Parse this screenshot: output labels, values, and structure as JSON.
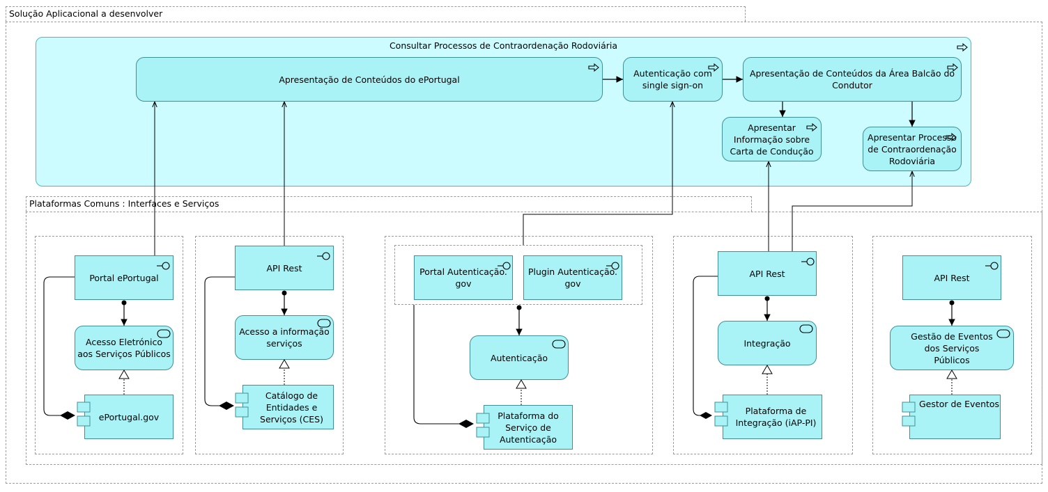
{
  "groups": {
    "solution": "Solução Aplicacional a desenvolver",
    "platforms": "Plataformas Comuns : Interfaces e Serviços",
    "consult": "Consultar Processos de Contraordenação Rodoviária"
  },
  "processes": {
    "eportugal": "Apresentação de Conteúdos do ePortugal",
    "sso_1": "Autenticação com",
    "sso_2": "single sign-on",
    "balcao_1": "Apresentação de Conteúdos da Área Balcão do",
    "balcao_2": "Condutor",
    "carta_1": "Apresentar",
    "carta_2": "Informação sobre",
    "carta_3": "Carta de Condução",
    "contra_1": "Apresentar Processo",
    "contra_2": "de Contraordenação",
    "contra_3": "Rodoviária"
  },
  "col1": {
    "interface": "Portal ePortugal",
    "service_1": "Acesso Eletrónico",
    "service_2": "aos Serviços Públicos",
    "component": "ePortugal.gov"
  },
  "col2": {
    "interface": "API Rest",
    "service_1": "Acesso a informação",
    "service_2": "serviços",
    "component_1": "Catálogo de",
    "component_2": "Entidades e",
    "component_3": "Serviços (CES)"
  },
  "col3": {
    "interface_a_1": "Portal Autenticação.",
    "interface_a_2": "gov",
    "interface_b_1": "Plugin Autenticação.",
    "interface_b_2": "gov",
    "service": "Autenticação",
    "component_1": "Plataforma do",
    "component_2": "Serviço de",
    "component_3": "Autenticação"
  },
  "col4": {
    "interface": "API Rest",
    "service": "Integração",
    "component_1": "Plataforma de",
    "component_2": "Integração (iAP-PI)"
  },
  "col5": {
    "interface": "API Rest",
    "service_1": "Gestão de Eventos",
    "service_2": "dos Serviços",
    "service_3": "Públicos",
    "component": "Gestor de Eventos"
  },
  "colors": {
    "process_fill": "#ccfcff",
    "node_fill": "#a9f3f7",
    "node_border": "#3e8f96",
    "group_border": "#9a9a9a"
  }
}
